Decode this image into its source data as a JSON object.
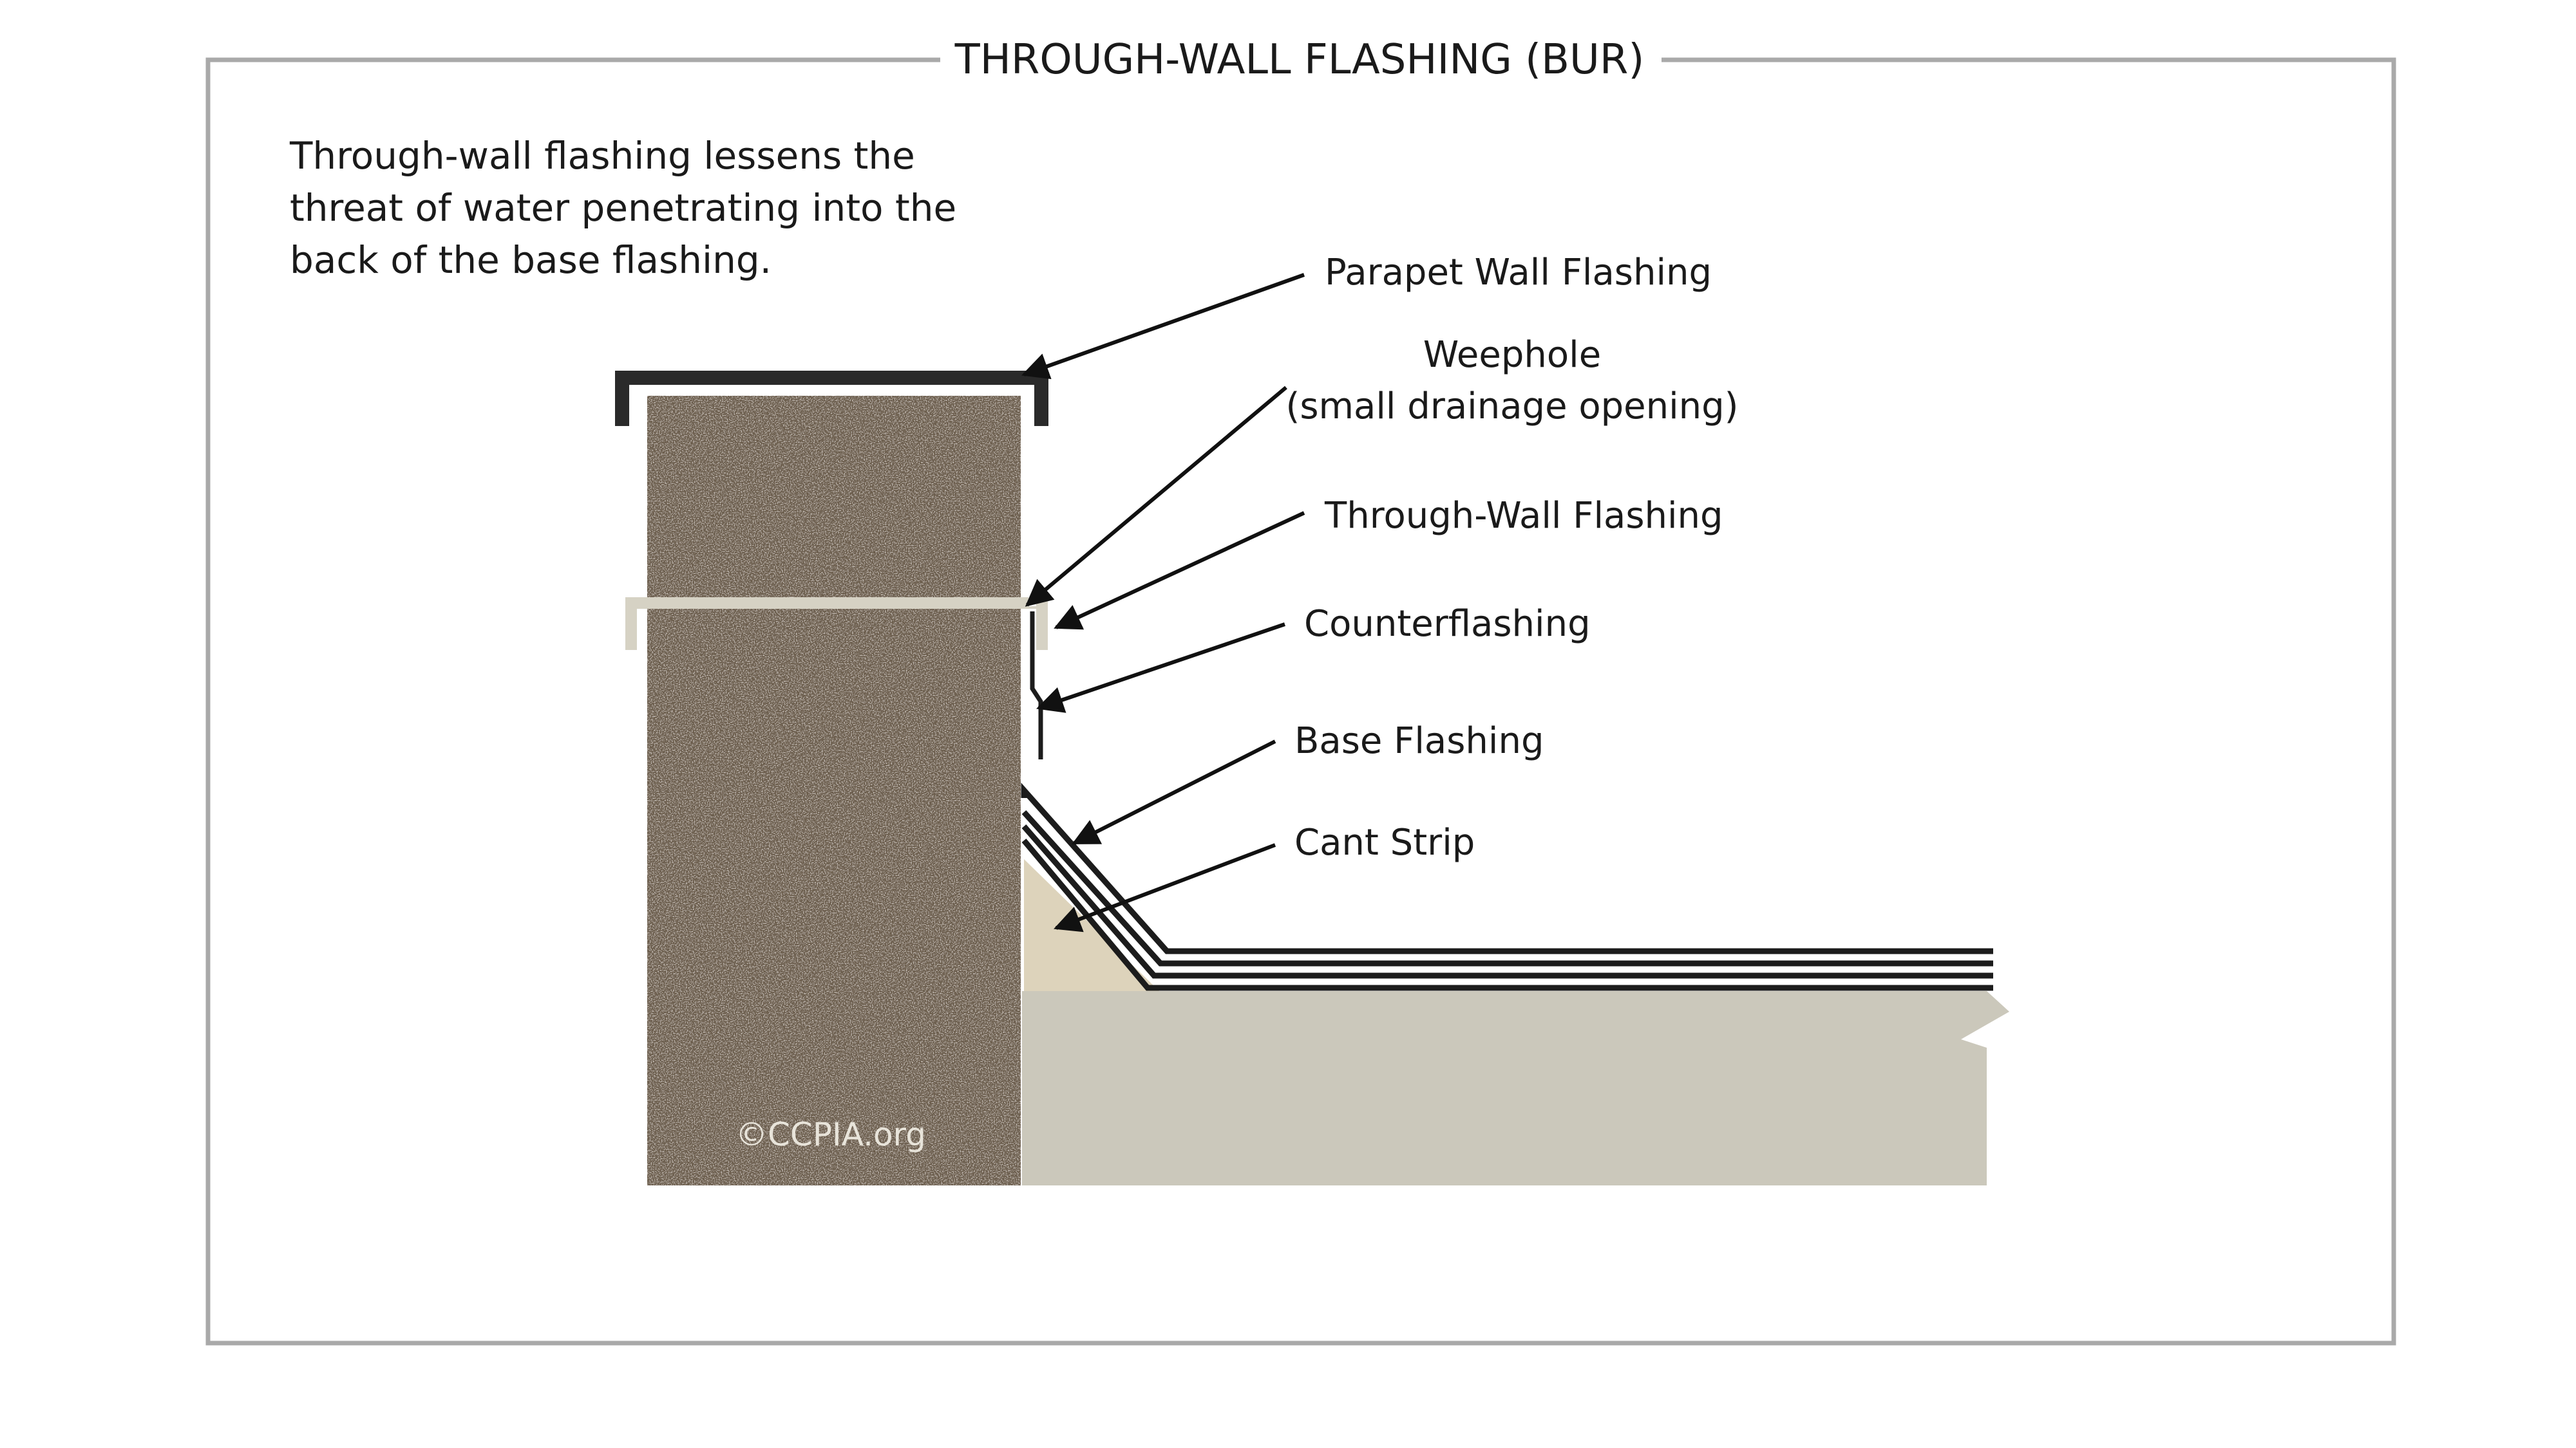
{
  "title": "THROUGH-WALL FLASHING (BUR)",
  "intro": [
    "Through-wall flashing lessens the",
    "threat of water penetrating into the",
    "back of the base flashing."
  ],
  "labels": {
    "parapet_wall_flashing": "Parapet Wall Flashing",
    "weephole_line1": "Weephole",
    "weephole_line2": "(small drainage opening)",
    "through_wall_flashing": "Through-Wall Flashing",
    "counterflashing": "Counterflashing",
    "base_flashing": "Base Flashing",
    "cant_strip": "Cant Strip"
  },
  "copyright": "©CCPIA.org",
  "colors": {
    "frame": "#a9a9a9",
    "masonry": "#6b5b4b",
    "roof_deck": "#cbc8bb",
    "cant_strip": "#ddd3bb",
    "through_wall_flashing": "#d6d2c4",
    "membrane": "#1c1c1c",
    "coping": "#2a2a2a"
  }
}
